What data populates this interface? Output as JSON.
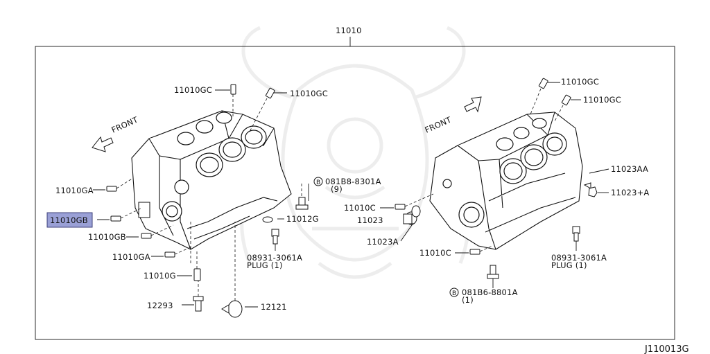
{
  "diagram": {
    "assembly_label": "11010",
    "figure_code": "J110013G",
    "highlight_color": "#9aa0d6",
    "left_view": {
      "front_label": "FRONT",
      "parts": {
        "gc_top_left": "11010GC",
        "gc_top_right": "11010GC",
        "ga_upper": "11010GA",
        "gb_selected": "11010GB",
        "gb_lower": "11010GB",
        "ga_lower": "11010GA",
        "g": "11010G",
        "p12293": "12293",
        "p12121": "12121",
        "bolt_ref": "081B8-8301A",
        "bolt_qty": "(9)",
        "p11012g": "11012G",
        "plug_num": "08931-3061A",
        "plug_text": "PLUG (1)"
      }
    },
    "right_view": {
      "front_label": "FRONT",
      "parts": {
        "gc_top": "11010GC",
        "gc_second": "11010GC",
        "aa": "11023AA",
        "a": "11023+A",
        "c_upper": "11010C",
        "p11023": "11023",
        "p11023a": "11023A",
        "c_lower": "11010C",
        "plug_num": "08931-3061A",
        "plug_text": "PLUG (1)",
        "bolt_ref": "081B6-8801A",
        "bolt_qty": "(1)"
      }
    }
  }
}
